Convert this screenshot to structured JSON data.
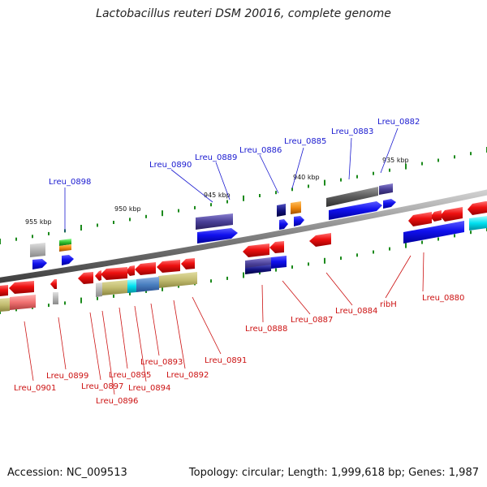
{
  "title": "Lactobacillus reuteri DSM 20016, complete genome",
  "footer": {
    "accession": "Accession: NC_009513",
    "topology": "Topology: circular; Length: 1,999,618 bp; Genes: 1,987"
  },
  "scale_labels": [
    "935 kbp",
    "940 kbp",
    "945 kbp",
    "950 kbp",
    "955 kbp"
  ],
  "upper_gene_labels": [
    "Lreu_0882",
    "Lreu_0883",
    "Lreu_0885",
    "Lreu_0886",
    "Lreu_0889",
    "Lreu_0890",
    "Lreu_0898"
  ],
  "lower_gene_labels": [
    "Lreu_0880",
    "ribH",
    "Lreu_0884",
    "Lreu_0887",
    "Lreu_0888",
    "Lreu_0891",
    "Lreu_0892",
    "Lreu_0893",
    "Lreu_0894",
    "Lreu_0895",
    "Lreu_0896",
    "Lreu_0897",
    "Lreu_0899",
    "Lreu_0901"
  ],
  "colors": {
    "forward_strand": "#0a0aee",
    "reverse_strand": "#ee1111",
    "upper_label": "#1a1ad0",
    "lower_label": "#cc1111",
    "backbone": "#8a8a8a",
    "tick": "#1c8a1c"
  }
}
